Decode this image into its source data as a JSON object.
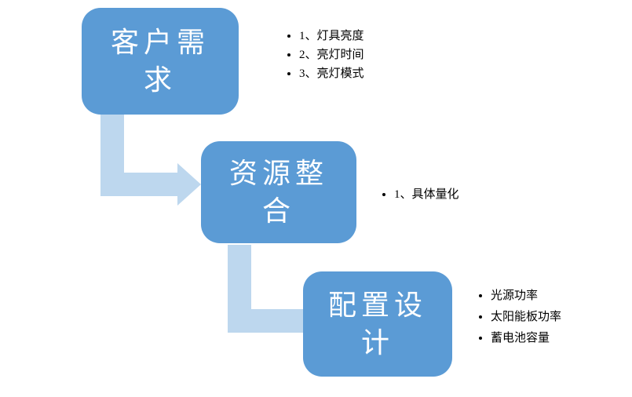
{
  "diagram": {
    "background": "#ffffff",
    "colors": {
      "node_fill": "#5b9bd5",
      "node_text": "#ffffff",
      "connector_fill": "#bdd7ee",
      "bullet_text": "#000000"
    },
    "nodes": [
      {
        "name": "customer-requirements",
        "label": "客户需求",
        "line1": "客户需",
        "line2": "求",
        "bullets": [
          "1、灯具亮度",
          "2、亮灯时间",
          "3、亮灯模式"
        ]
      },
      {
        "name": "resource-integration",
        "label": "资源整合",
        "line1": "资源整",
        "line2": "合",
        "bullets": [
          "1、具体量化"
        ]
      },
      {
        "name": "configuration-design",
        "label": "配置设计",
        "line1": "配置设",
        "line2": "计",
        "bullets": [
          "光源功率",
          "太阳能板功率",
          "蓄电池容量"
        ]
      }
    ]
  }
}
